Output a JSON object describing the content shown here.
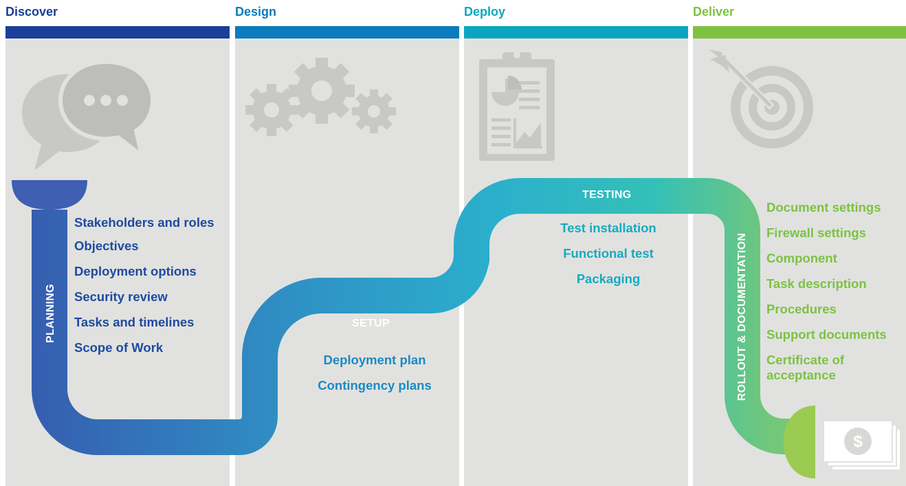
{
  "columns": [
    {
      "title": "Discover",
      "color": "#1a3f99",
      "icon": "speech-bubbles-icon"
    },
    {
      "title": "Design",
      "color": "#0a7bbd",
      "icon": "gears-icon"
    },
    {
      "title": "Deploy",
      "color": "#0aa6bf",
      "icon": "clipboard-report-icon"
    },
    {
      "title": "Deliver",
      "color": "#7fc241",
      "icon": "target-icon"
    }
  ],
  "stages": {
    "planning": {
      "label": "PLANNING",
      "text_color": "#1f4aa0",
      "items": [
        "Stakeholders and roles",
        "Objectives",
        "Deployment options",
        "Security review",
        "Tasks and timelines",
        "Scope of Work"
      ]
    },
    "setup": {
      "label": "SETUP",
      "text_color": "#1c8ac4",
      "items": [
        "Deployment plan",
        "Contingency plans"
      ]
    },
    "testing": {
      "label": "TESTING",
      "text_color": "#17aac2",
      "items": [
        "Test installation",
        "Functional test",
        "Packaging"
      ]
    },
    "rollout": {
      "label": "ROLLOUT & DOCUMENTATION",
      "text_color": "#7dc244",
      "items": [
        "Document settings",
        "Firewall settings",
        "Component",
        "Task description",
        "Procedures",
        "Support documents",
        "Certificate of acceptance"
      ]
    }
  },
  "end_icon": "money-icon"
}
